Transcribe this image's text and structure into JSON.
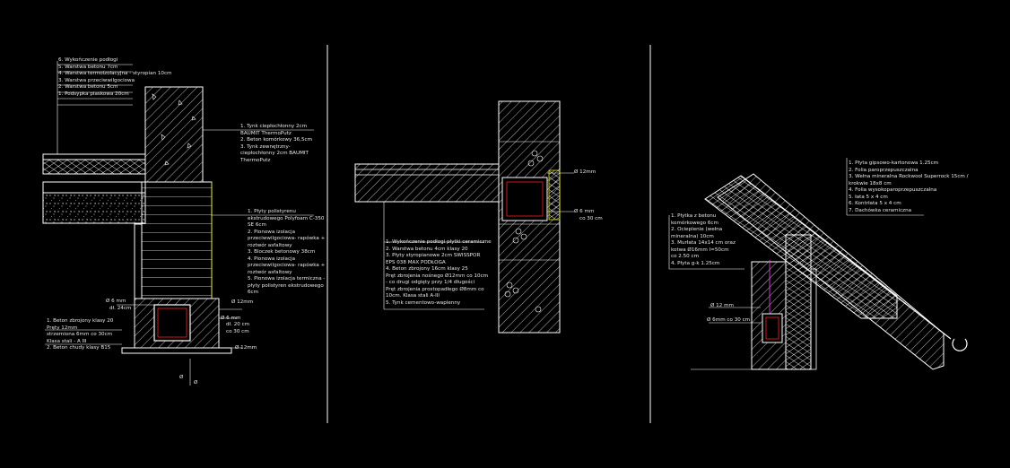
{
  "colors": {
    "background": "#000000",
    "lines": "#ffffff",
    "yellow": "#e6e600",
    "red": "#ff2020",
    "magenta": "#ff40ff",
    "text": "#e8e8e8"
  },
  "panel1": {
    "floor_layers": [
      "6. Wykończenie podłogi",
      "5. Warstwa betonu 7cm",
      "4. Warstwa termoizolacyjna - styropian 10cm",
      "3. Warstwa przeciwwilgociowa",
      "2. Warstwa betonu 5cm",
      "1. Podsypka piaskowa 20cm"
    ],
    "wall_layers": [
      "1. Tynk ciepłochłonny 2cm",
      "BAUMIT ThermoPutz",
      "2. Beton komórkowy 36,5cm",
      "3. Tynk zewnętrzny-",
      "ciepłochłonny 2cm BAUMIT",
      "ThermoPutz"
    ],
    "insulation_notes": [
      "1. Płyty polistyrenu",
      "ekstrudowego Polyfoam C-350",
      "SE 6cm",
      "2. Pionowa izolacja",
      "przeciwwilgociowa- rapówka +",
      "roztwór asfaltowy",
      "3. Bloczek betonowy 38cm",
      "4. Pionowa izolacja",
      "przeciwwilgociowa- rapówka +",
      "roztwór asfaltowy",
      "5. Pionowa izolacja termiczna -",
      "płyty polistyren ekstrudowego",
      "6cm"
    ],
    "footing_notes": [
      "1. Beton zbrojony klasy 20",
      "Pręty    12mm",
      "strzemiona    6mm co 30cm",
      "Klasa stali - A III",
      "2. Beton chudy klasy B15"
    ],
    "dims_left": [
      "Ø 6 mm",
      "dł. 24cm"
    ],
    "dims_right": [
      "Ø 12mm",
      "Ø 6 mm",
      "dł. 20 cm",
      "co 30 cm",
      "Ø 12mm"
    ],
    "dims_bottom": [
      "Ø",
      "Ø"
    ]
  },
  "panel2": {
    "notes": [
      "1. Wykończenie podłogi płytki ceramiczne",
      "2. Warstwa betonu 4cm klasy 20",
      "3. Płyty styropianowe 2cm SWISSPOR",
      "EPS 038 MAX PODŁOGA",
      "4. Beton zbrojony 16cm klasy 25",
      "Pręt zbrojenia nośnego  Ø12mm co 10cm",
      "- co drugi odgięty przy 1/4 długości",
      "Pręt zbrojenia prostopadłego  Ø8mm co",
      "10cm. Klasa stali A-III",
      "5. Tynk cementowo-wapienny"
    ],
    "dims": [
      "Ø 12mm",
      "Ø 6 mm",
      "co 30 cm"
    ]
  },
  "panel3": {
    "roof_layers": [
      "1. Płyta gipsowo-kartonowa 1.25cm",
      "2. Folia paroprzepuszczalna",
      "3. Wełna mineralna Rockwool Superrock 15cm /",
      "krokwie 18x8 cm",
      "4. Folia wysokoparoprzepuszczalna",
      "5. łata  5 x 4 cm",
      "6. Kontrłata 5 x 4 cm",
      "7. Dachówka ceramiczna"
    ],
    "wall_notes": [
      "1. Płytka z betonu",
      "komórkowego 6cm",
      "2. Ocieplenie (wełna",
      "mineralna) 10cm",
      "3. Murłata 14x14 cm oraz",
      "kotwa   Ø16mm   l=50cm",
      "co 2.50 cm",
      "4. Płyta g-k 1.25cm"
    ],
    "dims": [
      "Ø 12 mm",
      "Ø 6mm co 30 cm"
    ]
  }
}
